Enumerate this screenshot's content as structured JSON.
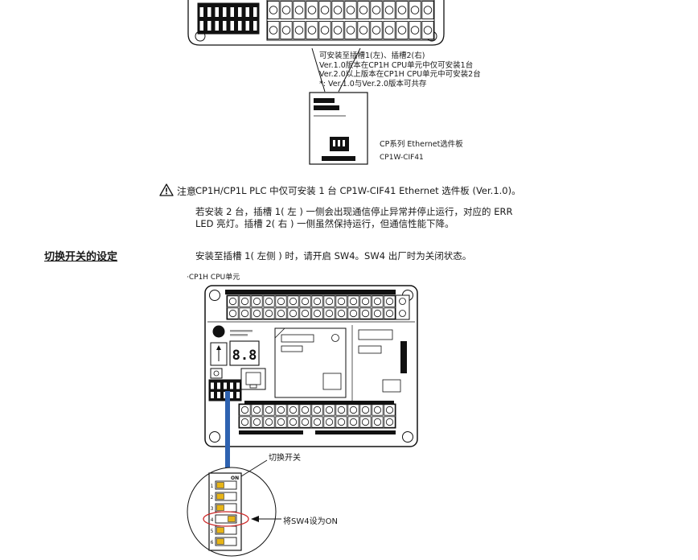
{
  "page": {
    "background": "#ffffff",
    "text_color": "#1a1a1a",
    "accent_blue": "#2e62b0",
    "highlight_red": "#cc2a2a",
    "dip_actuator_yellow": "#e7b416"
  },
  "top_figure": {
    "install_note_lines": [
      "可安装至插槽1(左)、插槽2(右)",
      "Ver.1.0版本在CP1H CPU单元中仅可安装1台",
      "Ver.2.0以上版本在CP1H CPU单元中可安装2台",
      "*: Ver.1.0与Ver.2.0版本可共存"
    ],
    "board_label_line1": "CP系列 Ethernet选件板",
    "board_label_line2": "CP1W-CIF41"
  },
  "caution": {
    "label": "注意",
    "para1": "CP1H/CP1L PLC 中仅可安装 1 台 CP1W-CIF41 Ethernet 选件板 (Ver.1.0)。",
    "para2_lines": [
      "若安装 2 台，插槽 1( 左 ) 一侧会出现通信停止异常并停止运行，对应的 ERR",
      "LED 亮灯。插槽 2( 右 ) 一侧虽然保持运行，但通信性能下降。"
    ]
  },
  "switch_setting": {
    "heading": "切换开关的设定",
    "body": "安装至插槽 1( 左侧 ) 时，请开启 SW4。SW4 出厂时为关闭状态。",
    "unit_label": "·CP1H CPU单元",
    "display_value": "8.8",
    "dip": {
      "label": "切换开关",
      "on_label": "ON",
      "numbers": [
        "1",
        "2",
        "3",
        "4",
        "5",
        "6"
      ],
      "annotation": "将SW4设为ON"
    }
  }
}
